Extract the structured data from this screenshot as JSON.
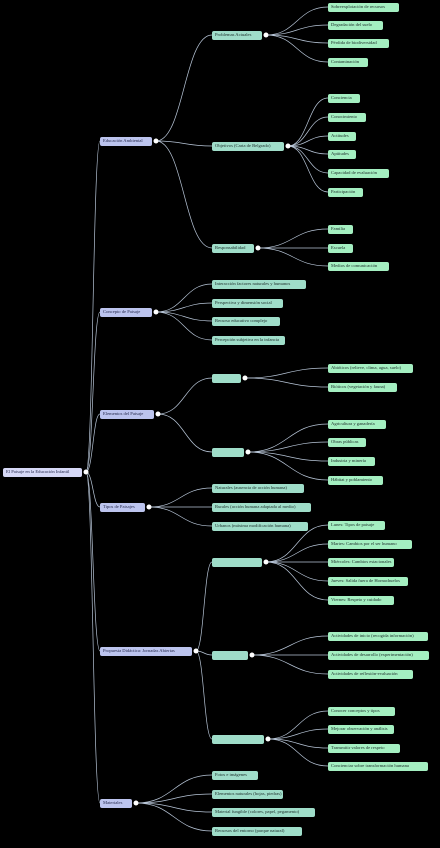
{
  "colors": {
    "link": "#b8c6d8",
    "root_bg": "#d6d8f6",
    "level1_bg": "#bcc4ee",
    "level2_bg": "#9fddc9",
    "level3_bg": "#a4efc1",
    "background": "#000000"
  },
  "mindmap": {
    "root": {
      "label": "El Paisaje en la Educación Infantil",
      "children": [
        {
          "label": "Educación Ambiental",
          "children": [
            {
              "label": "Problemas Actuales",
              "children": [
                {
                  "label": "Sobreexplotación de recursos"
                },
                {
                  "label": "Degradación del suelo"
                },
                {
                  "label": "Pérdida de biodiversidad"
                },
                {
                  "label": "Contaminación"
                }
              ]
            },
            {
              "label": "Objetivos (Carta de Belgrado)",
              "children": [
                {
                  "label": "Conciencia"
                },
                {
                  "label": "Conocimiento"
                },
                {
                  "label": "Actitudes"
                },
                {
                  "label": "Aptitudes"
                },
                {
                  "label": "Capacidad de evaluación"
                },
                {
                  "label": "Participación"
                }
              ]
            },
            {
              "label": "Responsabilidad",
              "children": [
                {
                  "label": "Familia"
                },
                {
                  "label": "Escuela"
                },
                {
                  "label": "Medios de comunicación"
                }
              ]
            }
          ]
        },
        {
          "label": "Concepto de Paisaje",
          "children": [
            {
              "label": "Interacción factores naturales y humanos"
            },
            {
              "label": "Perspectiva y dimensión social"
            },
            {
              "label": "Recurso educativo complejo"
            },
            {
              "label": "Percepción subjetiva en la infancia"
            }
          ]
        },
        {
          "label": "Elementos del Paisaje",
          "children": [
            {
              "label": "",
              "children": [
                {
                  "label": "Abióticos (relieve, clima, agua, suelo)"
                },
                {
                  "label": "Bióticos (vegetación y fauna)"
                }
              ]
            },
            {
              "label": "",
              "children": [
                {
                  "label": "Agricultura y ganadería"
                },
                {
                  "label": "Obras públicas"
                },
                {
                  "label": "Industria y minería"
                },
                {
                  "label": "Hábitat y poblamiento"
                }
              ]
            }
          ]
        },
        {
          "label": "Tipos de Paisajes",
          "children": [
            {
              "label": "Naturales (ausencia de acción humana)"
            },
            {
              "label": "Rurales (acción humana adaptada al medio)"
            },
            {
              "label": "Urbanos (máxima modificación humana)"
            }
          ]
        },
        {
          "label": "Propuesta Didáctica: Jornadas Abiertas",
          "children": [
            {
              "label": "",
              "children": [
                {
                  "label": "Lunes: Tipos de paisaje"
                },
                {
                  "label": "Martes: Cambios por el ser humano"
                },
                {
                  "label": "Miércoles: Cambios estacionales"
                },
                {
                  "label": "Jueves: Salida fuera de Hornachuelos"
                },
                {
                  "label": "Viernes: Respeto y cuidado"
                }
              ]
            },
            {
              "label": "",
              "children": [
                {
                  "label": "Actividades de inicio (recogida información)"
                },
                {
                  "label": "Actividades de desarrollo (experimentación)"
                },
                {
                  "label": "Actividades de reflexión-evaluación"
                }
              ]
            },
            {
              "label": "",
              "children": [
                {
                  "label": "Conocer conceptos y tipos"
                },
                {
                  "label": "Mejorar observación y análisis"
                },
                {
                  "label": "Transmitir valores de respeto"
                },
                {
                  "label": "Concienciar sobre transformación humana"
                }
              ]
            }
          ]
        },
        {
          "label": "Materiales",
          "children": [
            {
              "label": "Fotos e imágenes"
            },
            {
              "label": "Elementos naturales (hojas, piedras)"
            },
            {
              "label": "Material fungible (colores, papel, pegamento)"
            },
            {
              "label": "Recursos del entorno (parque natural)"
            }
          ]
        }
      ]
    }
  }
}
